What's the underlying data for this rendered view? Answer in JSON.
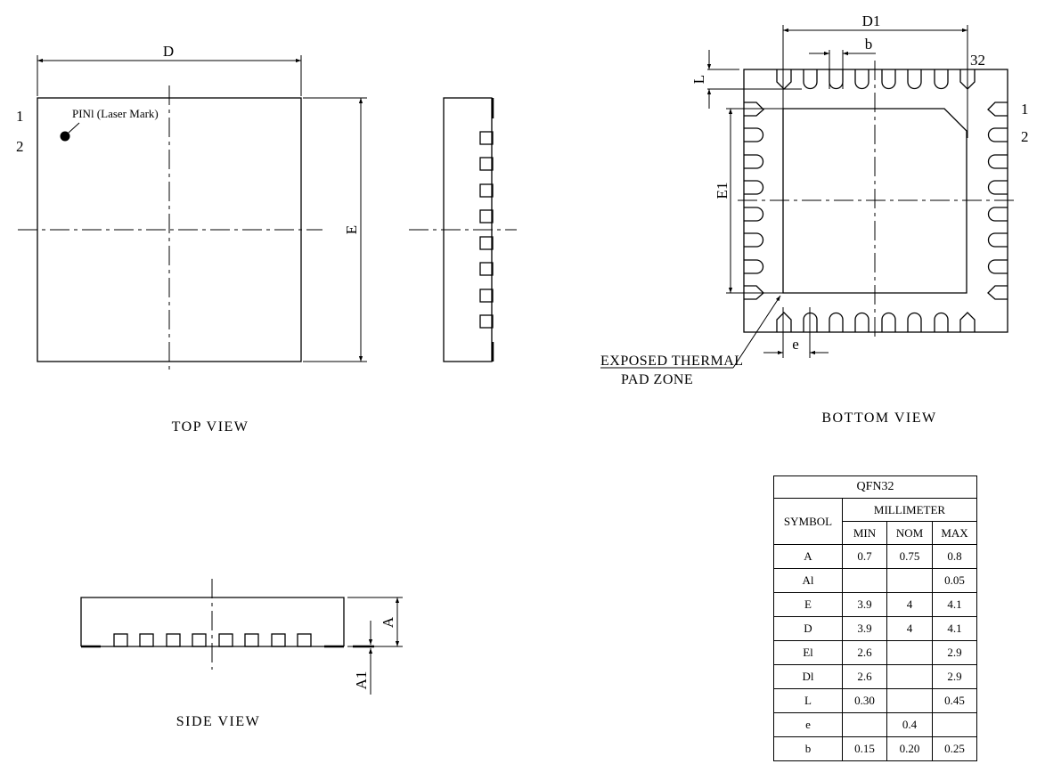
{
  "top_view": {
    "caption": "TOP VIEW",
    "dim_width_label": "D",
    "dim_height_label": "E",
    "pin1_note": "PINl (Laser Mark)",
    "pin_numbers": [
      "1",
      "2"
    ]
  },
  "end_view": {
    "pad_count": 8
  },
  "bottom_view": {
    "caption": "BOTTOM VIEW",
    "dim_pad_width_label": "D1",
    "dim_pad_height_label": "E1",
    "dim_lead_width_label": "b",
    "dim_lead_length_label": "L",
    "dim_pitch_label": "e",
    "pin_number_last": "32",
    "pin_numbers_right": [
      "1",
      "2"
    ],
    "thermal_pad_note_line1": "EXPOSED THERMAL",
    "thermal_pad_note_line2": "PAD ZONE"
  },
  "side_view": {
    "caption": "SIDE VIEW",
    "dim_height_label": "A",
    "dim_standoff_label": "A1"
  },
  "dimension_table": {
    "title": "QFN32",
    "symbol_header": "SYMBOL",
    "unit_header": "MILLIMETER",
    "columns": [
      "MIN",
      "NOM",
      "MAX"
    ],
    "rows": [
      {
        "symbol": "A",
        "min": "0.7",
        "nom": "0.75",
        "max": "0.8"
      },
      {
        "symbol": "Al",
        "min": "",
        "nom": "",
        "max": "0.05"
      },
      {
        "symbol": "E",
        "min": "3.9",
        "nom": "4",
        "max": "4.1"
      },
      {
        "symbol": "D",
        "min": "3.9",
        "nom": "4",
        "max": "4.1"
      },
      {
        "symbol": "El",
        "min": "2.6",
        "nom": "",
        "max": "2.9"
      },
      {
        "symbol": "Dl",
        "min": "2.6",
        "nom": "",
        "max": "2.9"
      },
      {
        "symbol": "L",
        "min": "0.30",
        "nom": "",
        "max": "0.45"
      },
      {
        "symbol": "e",
        "min": "",
        "nom": "0.4",
        "max": ""
      },
      {
        "symbol": "b",
        "min": "0.15",
        "nom": "0.20",
        "max": "0.25"
      }
    ]
  }
}
